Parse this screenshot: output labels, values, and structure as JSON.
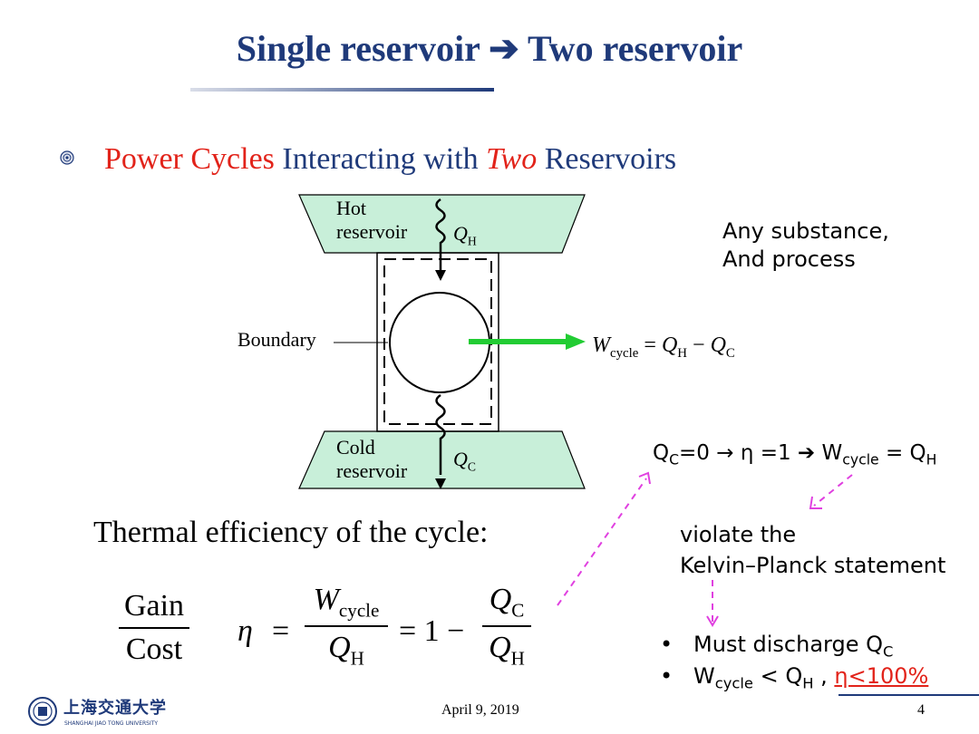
{
  "title": "Single reservoir ➔ Two reservoir",
  "bullet": {
    "part1": "Power Cycles",
    "part2": " Interacting with ",
    "part3": "Two",
    "part4": " Reservoirs"
  },
  "diagram": {
    "hot_line1": "Hot",
    "hot_line2": "reservoir",
    "cold_line1": "Cold",
    "cold_line2": "reservoir",
    "qh_sym": "Q",
    "qh_sub": "H",
    "qc_sym": "Q",
    "qc_sub": "C",
    "boundary": "Boundary",
    "w_sym": "W",
    "w_sub": "cycle",
    "w_eq": " = ",
    "w_q1": "Q",
    "w_q1_sub": "H",
    "w_minus": " − ",
    "w_q2": "Q",
    "w_q2_sub": "C"
  },
  "note": {
    "line1": "Any substance,",
    "line2": "And process"
  },
  "condition": {
    "q": "Q",
    "q_sub": "C",
    "rest1": "=0 → η =1 ➔ W",
    "w_sub": "cycle",
    "rest2": " = Q",
    "qh_sub": "H"
  },
  "violate": {
    "line1": "violate the",
    "line2": "Kelvin–Planck statement"
  },
  "bullets2": {
    "b1_text": "Must discharge Q",
    "b1_sub": "C",
    "b2_w": "W",
    "b2_wsub": "cycle",
    "b2_mid": " < Q",
    "b2_hsub": "H",
    "b2_comma": " , ",
    "b2_red": "η<100%"
  },
  "efficiency_label": "Thermal efficiency of the cycle:",
  "gain_cost": {
    "gain": "Gain",
    "cost": "Cost"
  },
  "formula": {
    "eta": "η",
    "eq1": "=",
    "w": "W",
    "w_sub": "cycle",
    "qh": "Q",
    "qh_sub": "H",
    "eq2": "= 1 −",
    "qc": "Q",
    "qc_sub": "C",
    "qh2": "Q",
    "qh2_sub": "H"
  },
  "footer": {
    "date": "April 9, 2019",
    "page": "4",
    "logo_cn": "上海交通大学",
    "logo_en": "SHANGHAI JIAO TONG UNIVERSITY"
  },
  "colors": {
    "title": "#1F3A7A",
    "accent_red": "#E2231A",
    "reservoir": "#C8EFD9",
    "work_arrow": "#22CC33",
    "dashed_arrow": "#E040E0"
  }
}
